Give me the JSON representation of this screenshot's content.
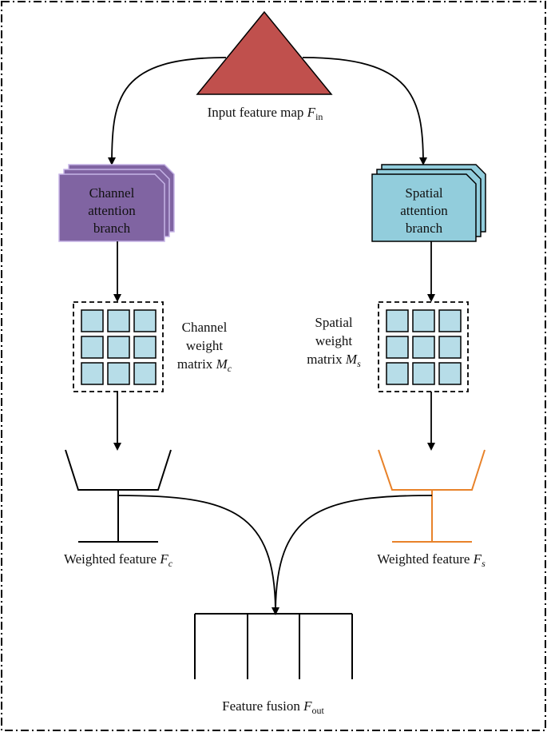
{
  "labels": {
    "input": "Input feature map ",
    "input_var": "F",
    "input_sub": "in",
    "channel_branch": [
      "Channel",
      "attention",
      "branch"
    ],
    "spatial_branch": [
      "Spatial",
      "attention",
      "branch"
    ],
    "channel_matrix": [
      "Channel",
      "weight",
      "matrix "
    ],
    "channel_matrix_var": "M",
    "channel_matrix_sub": "c",
    "spatial_matrix": [
      "Spatial",
      "weight",
      "matrix "
    ],
    "spatial_matrix_var": "M",
    "spatial_matrix_sub": "s",
    "weighted_c": "Weighted feature ",
    "weighted_c_var": "F",
    "weighted_c_sub": "c",
    "weighted_s": "Weighted feature ",
    "weighted_s_var": "F",
    "weighted_s_sub": "s",
    "fusion": "Feature fusion ",
    "fusion_var": "F",
    "fusion_sub": "out"
  },
  "colors": {
    "triangle_fill": "#c0504d",
    "channel_fill": "#8064a2",
    "channel_border": "#c5b3e6",
    "spatial_fill": "#92cddc",
    "matrix_cell": "#b7dde8",
    "weighted_s_stroke": "#e8822a",
    "line": "#000000"
  }
}
